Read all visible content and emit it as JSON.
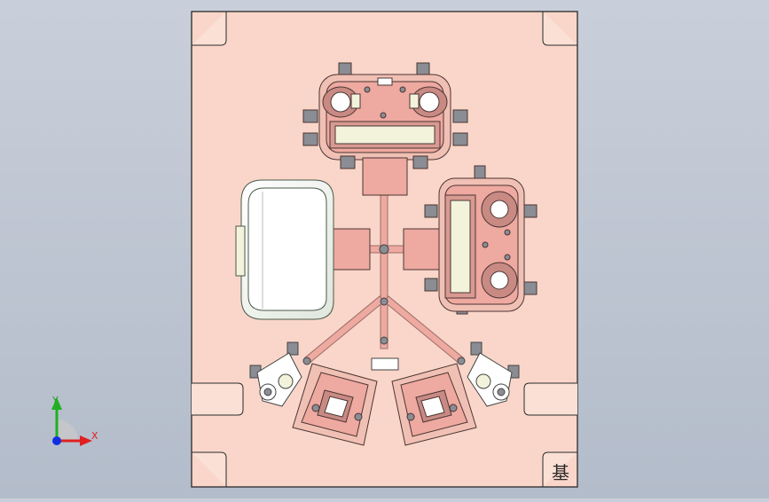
{
  "viewport": {
    "background_top": "#c9cfda",
    "background_bottom": "#b3bcca"
  },
  "plate": {
    "fill": "#f9d6c9",
    "stroke": "#2a2a2a",
    "corner_mark": "基"
  },
  "colors": {
    "pink": "#eea9a0",
    "red": "#c98a84",
    "gray": "#8a8d93",
    "white": "#f7f7f3",
    "cream": "#f3f3dc"
  },
  "triad": {
    "x_label": "X",
    "y_label": "Y",
    "x_color": "#e02020",
    "y_color": "#20b020",
    "z_color": "#1030e0"
  }
}
